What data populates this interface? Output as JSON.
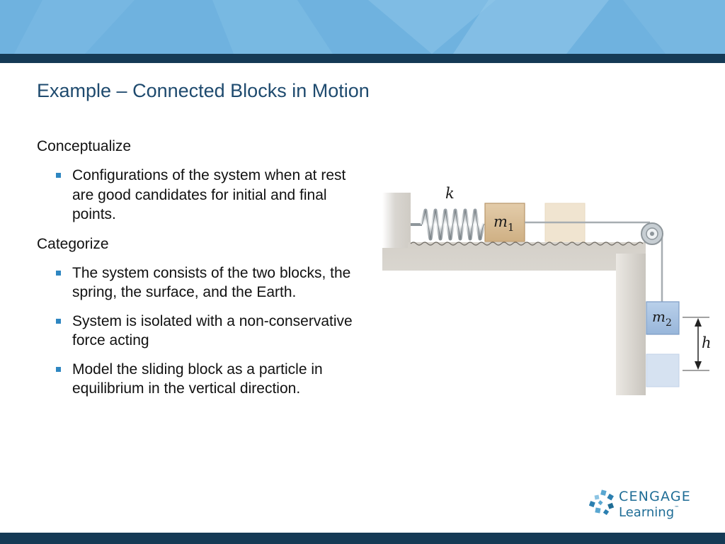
{
  "title": "Example – Connected Blocks in Motion",
  "content": {
    "sections": [
      {
        "heading": "Conceptualize",
        "bullets": [
          "Configurations of the system when at rest are good candidates for initial and final points."
        ]
      },
      {
        "heading": "Categorize",
        "bullets": [
          "The system consists of the two blocks, the spring, the surface, and the Earth.",
          "System is isolated with a non-conservative force acting",
          "Model the sliding block as a particle in equilibrium in the vertical direction."
        ]
      }
    ]
  },
  "figure": {
    "spring_label": "k",
    "block1_label": "m",
    "block1_sub": "1",
    "block2_label": "m",
    "block2_sub": "2",
    "height_label": "h"
  },
  "logo": {
    "line1": "CENGAGE",
    "line2": "Learning",
    "tm": "™"
  },
  "colors": {
    "banner": "#6fb2df",
    "header_band": "#153a55",
    "title": "#1e4a6e",
    "bullet": "#2e86c1",
    "block1": "#d6b98f",
    "block2": "#a9c4e2",
    "logo": "#1f6d96"
  }
}
